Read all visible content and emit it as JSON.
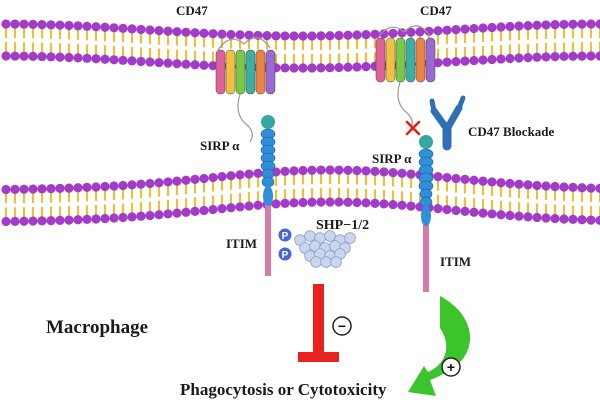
{
  "labels": {
    "cd47_left": "CD47",
    "cd47_right": "CD47",
    "sirpa_left": "SIRP α",
    "sirpa_right": "SIRP α",
    "cd47_blockade": "CD47 Blockade",
    "itim_left": "ITIM",
    "itim_right": "ITIM",
    "shp": "SHP−1/2",
    "phospho": "P",
    "macrophage": "Macrophage",
    "outcome": "Phagocytosis or Cytotoxicity",
    "minus_sign": "−",
    "plus_sign": "+"
  },
  "colors": {
    "lipid_head": "#a23cc8",
    "lipid_tail": "#e8c23a",
    "inhibit_arrow": "#e8231f",
    "activate_arrow": "#3cc42d",
    "receptor_blue": "#2f8fd8",
    "itim_tail": "#d87aa8",
    "blocked_cross": "#e02020",
    "antibody": "#3a7fd0"
  },
  "cd47_helix_colors": [
    "#e0609a",
    "#f0c040",
    "#7ac943",
    "#3cb0a0",
    "#f08040",
    "#9a6ad0"
  ]
}
